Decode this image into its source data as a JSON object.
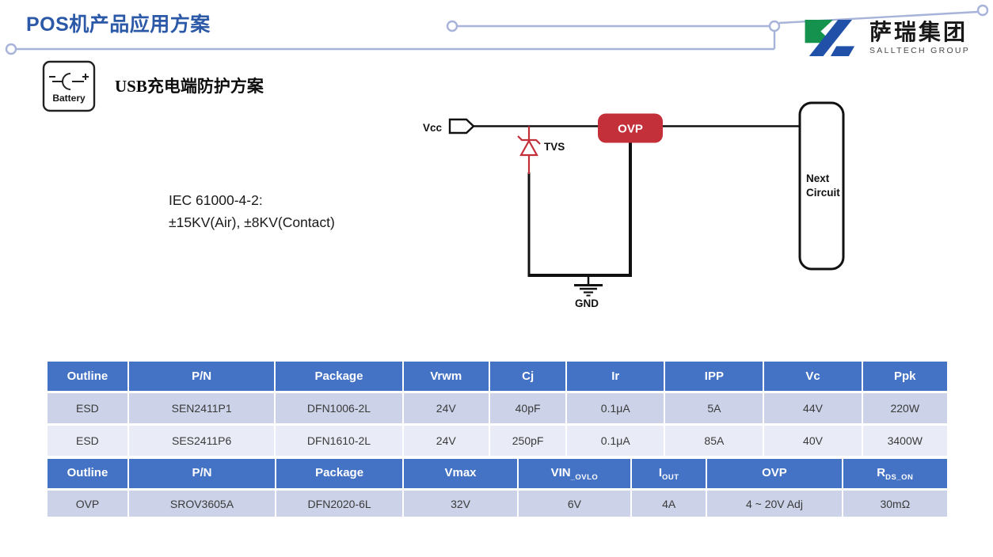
{
  "header": {
    "title": "POS机产品应用方案",
    "logo": {
      "name_cn": "萨瑞集团",
      "name_en": "SALLTECH GROUP"
    }
  },
  "section": {
    "icon_label": "Battery",
    "heading": "USB充电端防护方案",
    "iec_line1": "IEC 61000-4-2:",
    "iec_line2": "±15KV(Air), ±8KV(Contact)"
  },
  "circuit": {
    "vcc_label": "Vcc",
    "tvs_label": "TVS",
    "ovp_label": "OVP",
    "gnd_label": "GND",
    "next_line1": "Next",
    "next_line2": "Circuit"
  },
  "esd_table": {
    "headers": [
      "Outline",
      "P/N",
      "Package",
      "Vrwm",
      "Cj",
      "Ir",
      "IPP",
      "Vc",
      "Ppk"
    ],
    "rows": [
      [
        "ESD",
        "SEN2411P1",
        "DFN1006-2L",
        "24V",
        "40pF",
        "0.1μA",
        "5A",
        "44V",
        "220W"
      ],
      [
        "ESD",
        "SES2411P6",
        "DFN1610-2L",
        "24V",
        "250pF",
        "0.1μA",
        "85A",
        "40V",
        "3400W"
      ]
    ]
  },
  "ovp_table": {
    "headers": [
      {
        "main": "Outline"
      },
      {
        "main": "P/N"
      },
      {
        "main": "Package"
      },
      {
        "main": "Vmax"
      },
      {
        "main": "VIN",
        "sub": "_OVLO"
      },
      {
        "main": "I",
        "sub": "OUT"
      },
      {
        "main": "OVP"
      },
      {
        "main": "R",
        "sub": "DS_ON"
      }
    ],
    "rows": [
      [
        "OVP",
        "SROV3605A",
        "DFN2020-6L",
        "32V",
        "6V",
        "4A",
        "4 ~ 20V Adj",
        "30mΩ"
      ]
    ]
  },
  "colors": {
    "title_blue": "#2c59a7",
    "table_header_blue": "#4472c4",
    "row_dark": "#ccd3e8",
    "row_light": "#e9ecf6",
    "accent_red": "#c4303a",
    "decor_line": "#a7b3d9",
    "logo_green": "#15924e",
    "logo_blue": "#2050a8"
  }
}
